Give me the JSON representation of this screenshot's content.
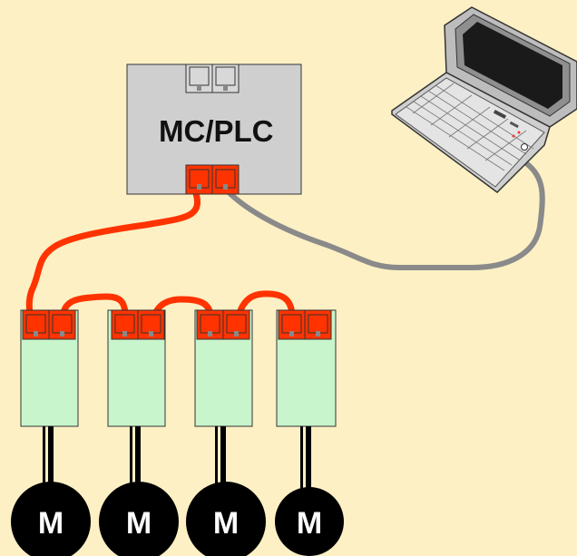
{
  "controller": {
    "label": "MC/PLC"
  },
  "motors": [
    {
      "label": "M"
    },
    {
      "label": "M"
    },
    {
      "label": "M"
    },
    {
      "label": "M"
    }
  ],
  "colors": {
    "background": "#fdf0c4",
    "controller_body": "#cfcfcf",
    "drive_body": "#c8f5cc",
    "port_red": "#ff3300",
    "bus_cable": "#ff3300",
    "ethernet_cable": "#8a8a8a",
    "motor": "#000000"
  },
  "icons": {
    "laptop": "laptop-icon",
    "motor": "motor-icon"
  }
}
